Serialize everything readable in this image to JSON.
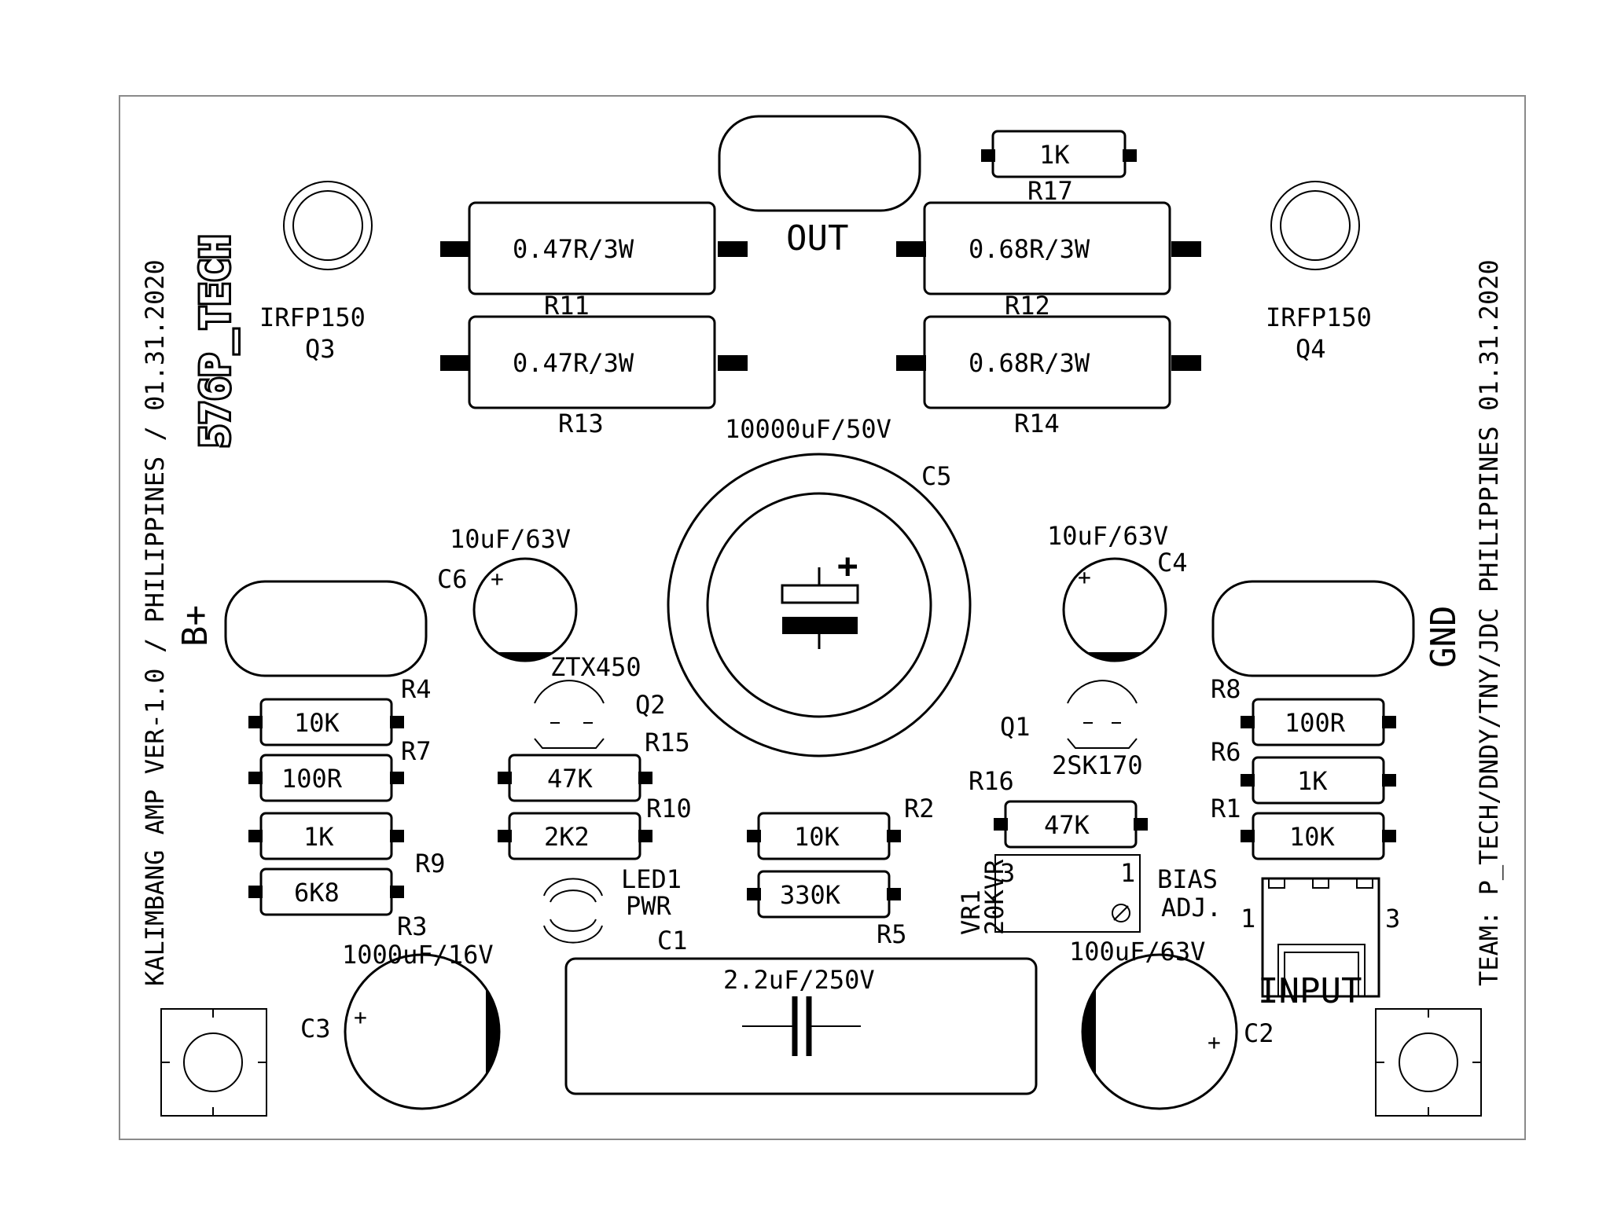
{
  "board": {
    "side_left_text": "KALIMBANG AMP VER-1.0 / PHILIPPINES / 01.31.2020",
    "side_right_text": "TEAM: P_TECH/DNDY/TNY/JDC PHILIPPINES 01.31.2020",
    "logo_text": "576P_TECH"
  },
  "pads": {
    "out": "OUT",
    "b_plus": "B+",
    "gnd": "GND",
    "input": "INPUT",
    "input_pin1": "1",
    "input_pin3": "3"
  },
  "transistors": {
    "q3_part": "IRFP150",
    "q3_ref": "Q3",
    "q4_part": "IRFP150",
    "q4_ref": "Q4",
    "q2_part": "ZTX450",
    "q2_ref": "Q2",
    "q1_part": "2SK170",
    "q1_ref": "Q1"
  },
  "resistors": {
    "r11_value": "0.47R/3W",
    "r11_ref": "R11",
    "r13_value": "0.47R/3W",
    "r13_ref": "R13",
    "r12_value": "0.68R/3W",
    "r12_ref": "R12",
    "r14_value": "0.68R/3W",
    "r14_ref": "R14",
    "r17_value": "1K",
    "r17_ref": "R17",
    "r4_value": "10K",
    "r4_ref": "R4",
    "r7_value": "100R",
    "r7_ref": "R7",
    "r9_value": "1K",
    "r9_ref": "R9",
    "r3_value": "6K8",
    "r3_ref": "R3",
    "r15_value": "47K",
    "r15_ref": "R15",
    "r10_value": "2K2",
    "r10_ref": "R10",
    "r2_value": "10K",
    "r2_ref": "R2",
    "r5_value": "330K",
    "r5_ref": "R5",
    "r16_value": "47K",
    "r16_ref": "R16",
    "r8_value": "100R",
    "r8_ref": "R8",
    "r6_value": "1K",
    "r6_ref": "R6",
    "r1_value": "10K",
    "r1_ref": "R1"
  },
  "capacitors": {
    "c5_value": "10000uF/50V",
    "c5_ref": "C5",
    "c6_value": "10uF/63V",
    "c6_ref": "C6",
    "c4_value": "10uF/63V",
    "c4_ref": "C4",
    "c3_value": "1000uF/16V",
    "c3_ref": "C3",
    "c2_value": "100uF/63V",
    "c2_ref": "C2",
    "c1_value": "2.2uF/250V",
    "c1_ref": "C1",
    "plus_sign": "+"
  },
  "misc": {
    "led_ref": "LED1",
    "led_label": "PWR",
    "vr_ref": "VR1",
    "vr_value": "20KVR",
    "vr_pin3": "3",
    "vr_pin1": "1",
    "bias_line1": "BIAS",
    "bias_line2": "ADJ."
  },
  "colors": {
    "ink": "#000000",
    "board_bg": "#ffffff",
    "board_outline": "#8a8a8a"
  }
}
